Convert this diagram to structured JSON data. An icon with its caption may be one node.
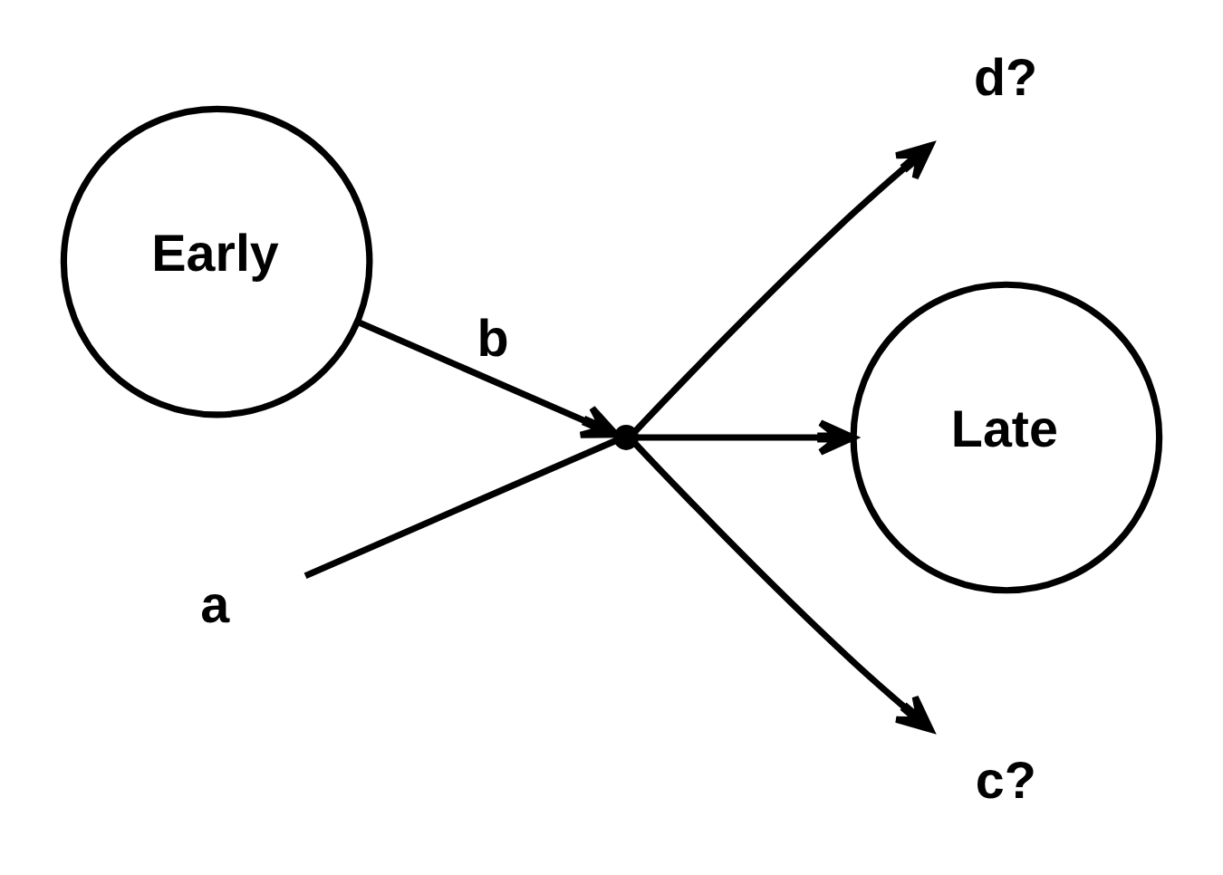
{
  "diagram": {
    "nodes": [
      {
        "text": [
          "Early"
        ]
      },
      {
        "text": [
          "d?"
        ]
      },
      {
        "text": [
          "Late"
        ]
      },
      {
        "text": [],
        "shape": "point"
      },
      {
        "text": [
          "c?"
        ]
      },
      {
        "text": [
          "a"
        ]
      }
    ],
    "edges": [
      {
        "from": 5,
        "to": 3,
        "arrow": "none"
      },
      {
        "from": 3,
        "to": 2,
        "arrow": "to"
      },
      {
        "from": 0,
        "to": 3,
        "arrow": "to",
        "label": "b"
      },
      {
        "from": 3,
        "to": 1,
        "arrow": "to"
      },
      {
        "from": 3,
        "to": 4,
        "arrow": "to"
      }
    ]
  }
}
